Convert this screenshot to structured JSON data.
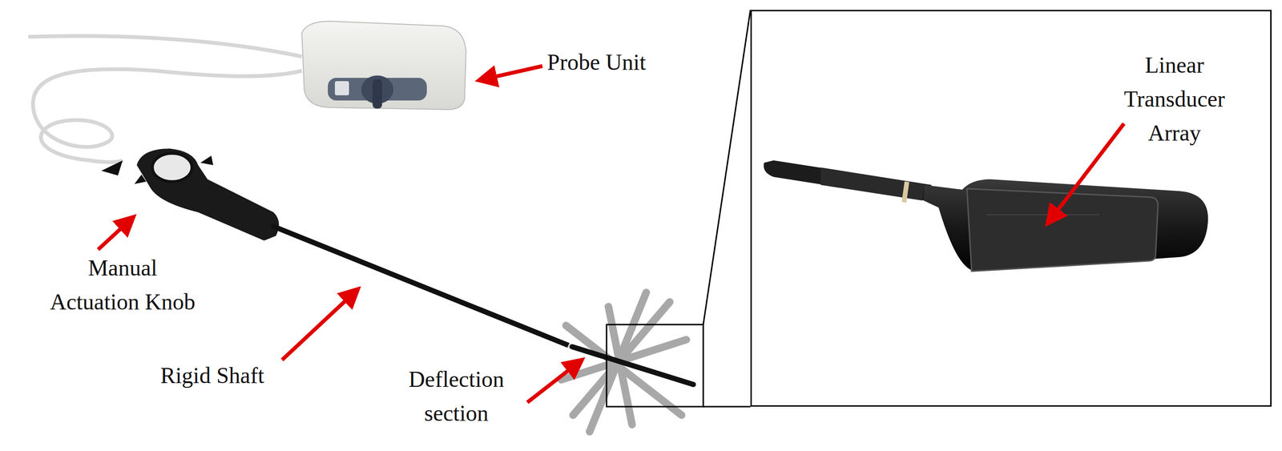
{
  "diagram": {
    "nodes": [
      {
        "text": [
          "Linear Transducer Array"
        ]
      }
    ],
    "labels": [
      "Probe Unit",
      "Manual Actuation Knob",
      "Rigid Shaft",
      "Deflection section"
    ]
  }
}
